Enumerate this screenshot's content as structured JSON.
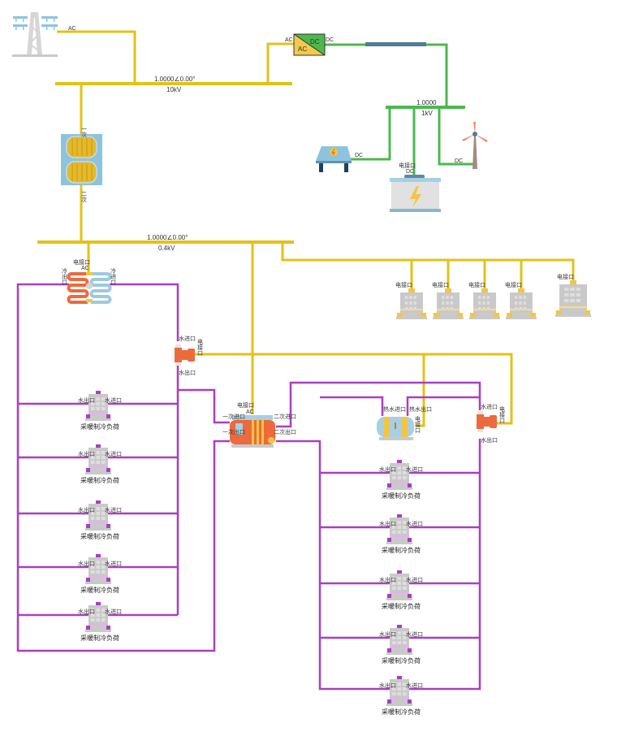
{
  "grid": {
    "port_label": "AC"
  },
  "bus_10kv": {
    "value": "1.0000∠0.00°",
    "voltage": "10kV"
  },
  "converter": {
    "ac_label": "AC",
    "dc_label": "DC",
    "port_ac": "AC",
    "port_dc": "DC"
  },
  "bus_1kv": {
    "value": "1.0000",
    "voltage": "1kV"
  },
  "pv": {
    "port_label": "DC"
  },
  "battery": {
    "port_label": "电接口",
    "port_type": "DC"
  },
  "wind": {
    "port_label": "DC"
  },
  "transformer": {
    "primary_label": "一次",
    "secondary_label": "二次"
  },
  "bus_04kv": {
    "value": "1.0000∠0.00°",
    "voltage": "0.4kV"
  },
  "heat_pump": {
    "port_label": "电接口",
    "port_type": "AC",
    "left_label": "冷出口",
    "right_label": "冷进口"
  },
  "pump_left": {
    "inlet": "水进口",
    "outlet": "水出口",
    "elec": "电接口"
  },
  "pump_right": {
    "inlet": "水进口",
    "outlet": "水出口",
    "elec": "电接口"
  },
  "heat_exchanger": {
    "port_label": "电接口",
    "port_type": "AC",
    "primary_in": "一次进口",
    "primary_out": "一次出口",
    "secondary_in": "二次进口",
    "secondary_out": "二次出口"
  },
  "boiler": {
    "hot_in": "热水进口",
    "hot_out": "热水出口",
    "elec": "电接口"
  },
  "elec_loads": [
    {
      "port_label": "电接口"
    },
    {
      "port_label": "电接口"
    },
    {
      "port_label": "电接口"
    },
    {
      "port_label": "电接口"
    },
    {
      "port_label": "电接口"
    }
  ],
  "thermal_loads_left": [
    {
      "name": "采暖制冷负荷",
      "outlet": "水出口",
      "inlet": "水进口"
    },
    {
      "name": "采暖制冷负荷",
      "outlet": "水出口",
      "inlet": "水进口"
    },
    {
      "name": "采暖制冷负荷",
      "outlet": "水出口",
      "inlet": "水进口"
    },
    {
      "name": "采暖制冷负荷",
      "outlet": "水出口",
      "inlet": "水进口"
    },
    {
      "name": "采暖制冷负荷",
      "outlet": "水出口",
      "inlet": "水进口"
    }
  ],
  "thermal_loads_right": [
    {
      "name": "采暖制冷负荷",
      "outlet": "水出口",
      "inlet": "水进口"
    },
    {
      "name": "采暖制冷负荷",
      "outlet": "水出口",
      "inlet": "水进口"
    },
    {
      "name": "采暖制冷负荷",
      "outlet": "水出口",
      "inlet": "水进口"
    },
    {
      "name": "采暖制冷负荷",
      "outlet": "水出口",
      "inlet": "水进口"
    },
    {
      "name": "采暖制冷负荷",
      "outlet": "水出口",
      "inlet": "水进口"
    }
  ],
  "colors": {
    "ac_line": "#e2c218",
    "dc_line": "#4cb84f",
    "water_pipe": "#a93fc1"
  }
}
